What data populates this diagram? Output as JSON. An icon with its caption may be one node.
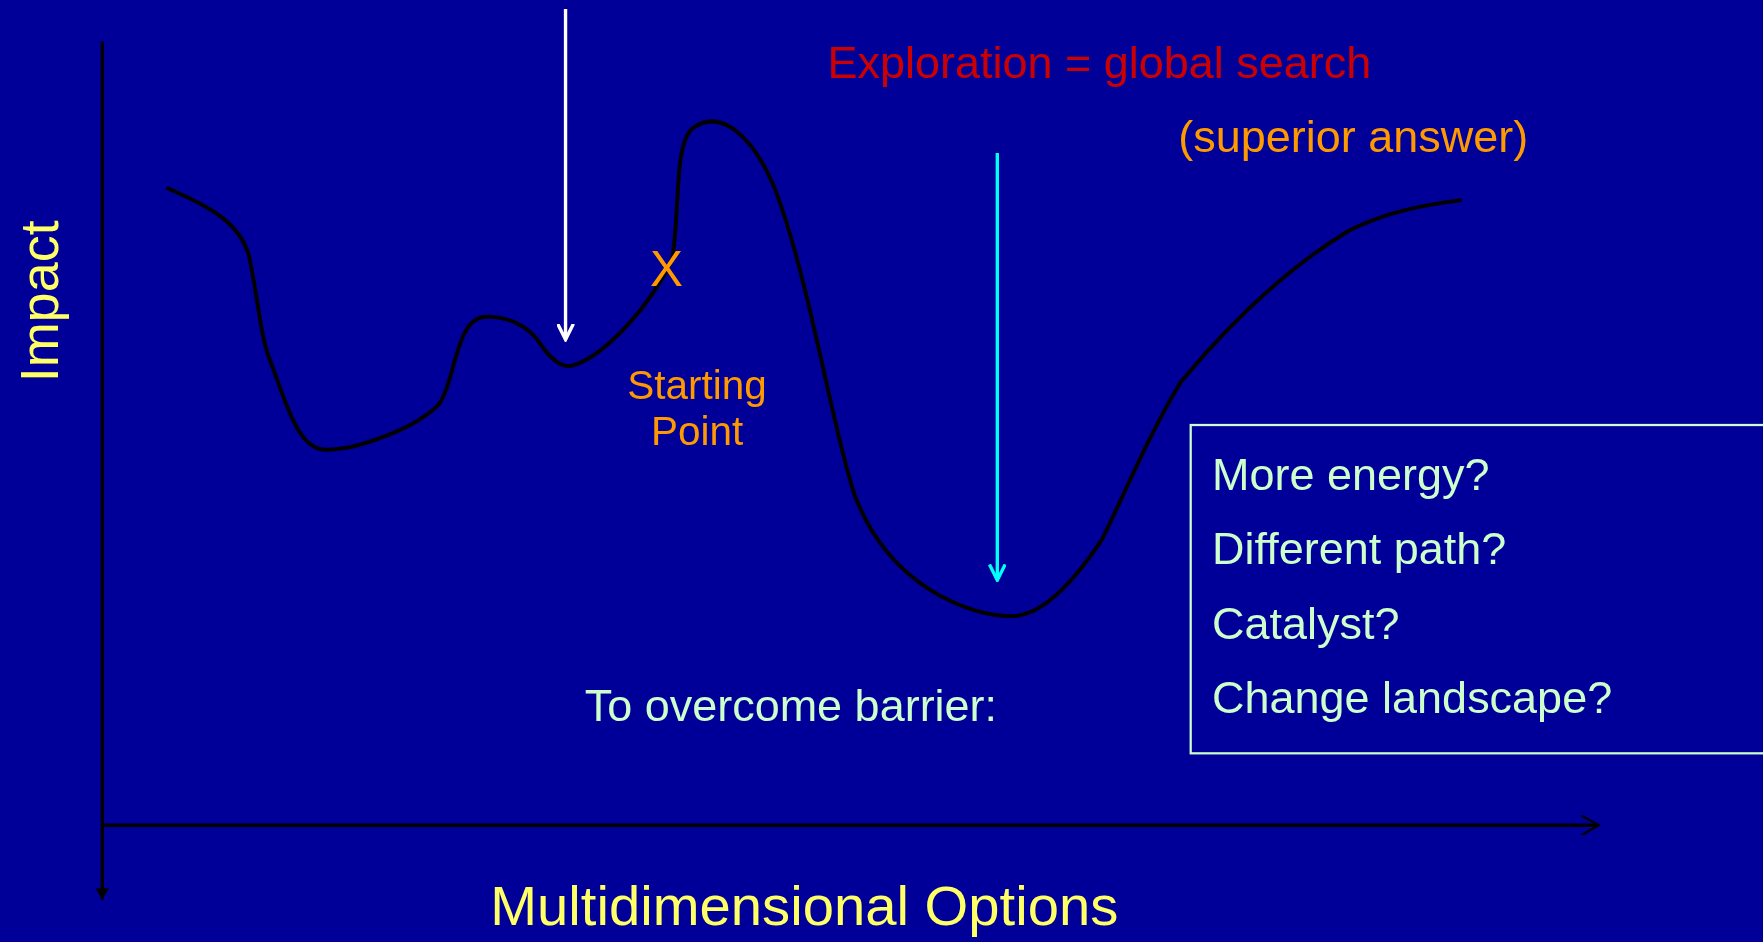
{
  "diagram": {
    "nodes": [
      {
        "text": [
          "More energy?",
          "Different path?",
          "Catalyst?",
          "Change landscape?"
        ]
      }
    ],
    "edges": [],
    "labels": [
      "Exploration = global search",
      "(superior answer)",
      "X",
      "Impact",
      "Starting Point",
      "To overcome barrier:",
      "Multidimensional Options"
    ]
  }
}
